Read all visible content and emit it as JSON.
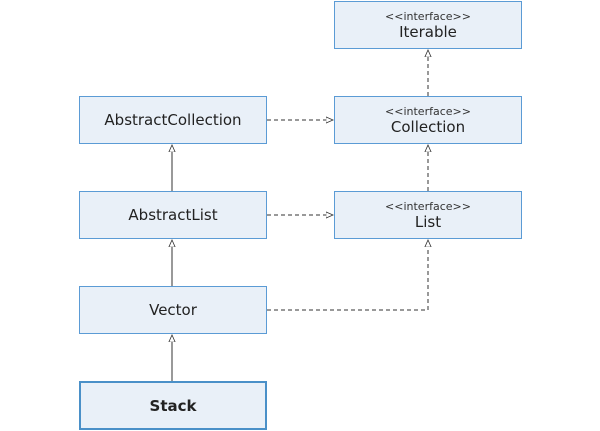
{
  "diagram": {
    "nodes": {
      "iterable": {
        "stereotype": "<<interface>>",
        "name": "Iterable"
      },
      "collection": {
        "stereotype": "<<interface>>",
        "name": "Collection"
      },
      "list": {
        "stereotype": "<<interface>>",
        "name": "List"
      },
      "abstractcollection": {
        "name": "AbstractCollection"
      },
      "abstractlist": {
        "name": "AbstractList"
      },
      "vector": {
        "name": "Vector"
      },
      "stack": {
        "name": "Stack"
      }
    },
    "edges": [
      {
        "from": "collection",
        "to": "iterable",
        "kind": "extends"
      },
      {
        "from": "list",
        "to": "collection",
        "kind": "extends"
      },
      {
        "from": "abstractcollection",
        "to": "collection",
        "kind": "implements"
      },
      {
        "from": "abstractlist",
        "to": "list",
        "kind": "implements"
      },
      {
        "from": "abstractlist",
        "to": "abstractcollection",
        "kind": "extends"
      },
      {
        "from": "vector",
        "to": "abstractlist",
        "kind": "extends"
      },
      {
        "from": "vector",
        "to": "list",
        "kind": "implements"
      },
      {
        "from": "stack",
        "to": "vector",
        "kind": "extends"
      }
    ],
    "colors": {
      "fill": "#e9f0f8",
      "border": "#5b9bd5",
      "line": "#333333"
    }
  }
}
